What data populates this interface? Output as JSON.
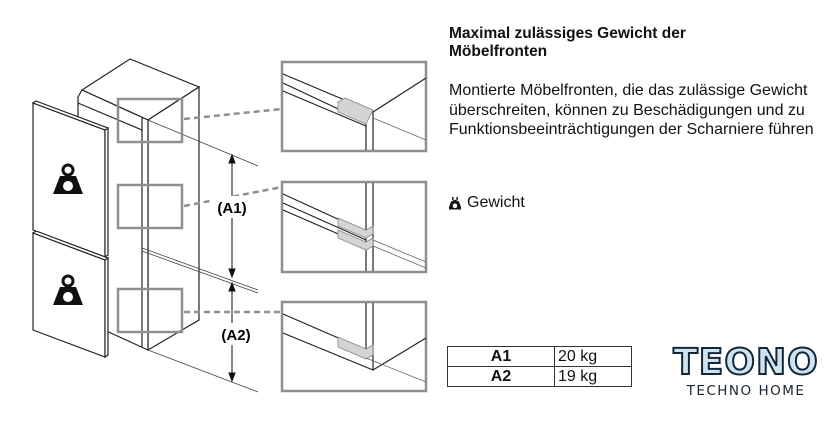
{
  "heading": "Maximal zulässiges Gewicht der Möbelfronten",
  "description": "Montierte Möbelfronten, die das zulässige Gewicht überschreiten, können zu Beschädigungen und zu Funktionsbeeinträchtigungen der Scharniere führen",
  "legend": {
    "icon": "weight-icon",
    "label": "Gewicht"
  },
  "diagram": {
    "dim_labels": [
      "(A1)",
      "(A2)"
    ]
  },
  "weights_table": [
    {
      "key": "A1",
      "value": "20 kg"
    },
    {
      "key": "A2",
      "value": "19 kg"
    }
  ],
  "logo": {
    "main": "TEONO",
    "sub": "TECHNO HOME"
  },
  "colors": {
    "frame": "#8f8f8f",
    "hinge": "#d4d4d4",
    "line": "#222222"
  }
}
